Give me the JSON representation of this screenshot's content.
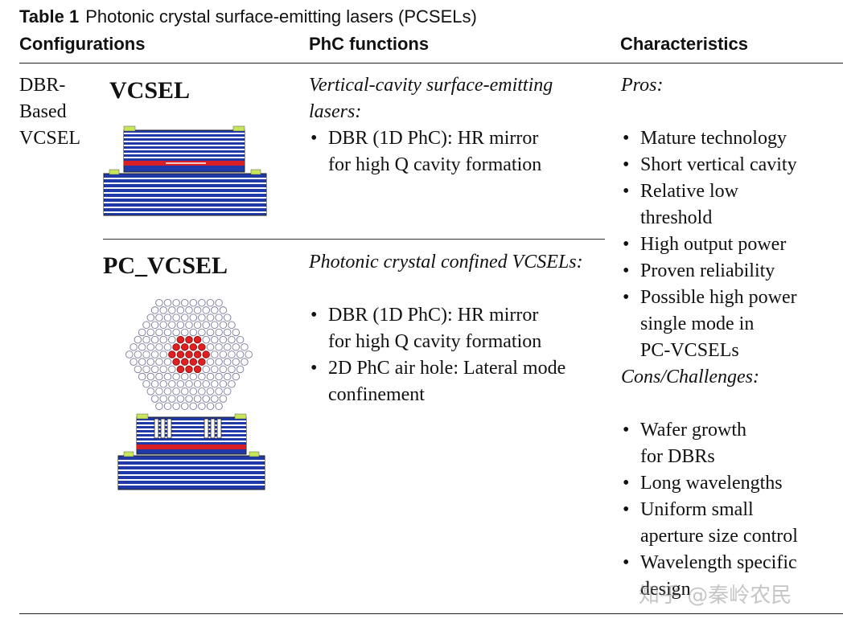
{
  "table": {
    "label": "Table 1",
    "title": "Photonic crystal surface-emitting lasers (PCSELs)"
  },
  "headers": {
    "configurations": "Configurations",
    "phc_functions": "PhC functions",
    "characteristics": "Characteristics"
  },
  "row": {
    "group_label": [
      "DBR-",
      "Based",
      "VCSEL"
    ],
    "vcsel": {
      "name": "VCSEL",
      "function_title": [
        "Vertical-cavity surface-emitting",
        "lasers:"
      ],
      "function_items": [
        [
          "DBR (1D PhC): HR mirror",
          "for high Q cavity formation"
        ]
      ]
    },
    "pc_vcsel": {
      "name": "PC_VCSEL",
      "function_title": [
        "Photonic crystal confined VCSELs:"
      ],
      "function_items": [
        [
          "DBR (1D PhC): HR mirror",
          "for high Q cavity formation"
        ],
        [
          "2D PhC air hole: Lateral mode",
          "confinement"
        ]
      ]
    }
  },
  "characteristics": {
    "pros_label": "Pros",
    "pros": [
      [
        "Mature technology"
      ],
      [
        "Short vertical cavity"
      ],
      [
        "Relative low",
        "threshold"
      ],
      [
        "High output power"
      ],
      [
        "Proven reliability"
      ],
      [
        "Possible high power",
        "single mode in",
        "PC-VCSELs"
      ]
    ],
    "cons_label": "Cons/Challenges",
    "cons": [
      [
        "Wafer growth",
        "for DBRs"
      ],
      [
        "Long wavelengths"
      ],
      [
        "Uniform small",
        "aperture size control"
      ],
      [
        "Wavelength specific",
        "design"
      ]
    ]
  },
  "watermark": "知乎 @秦岭农民",
  "colors": {
    "layer_blue": "#1f3aa8",
    "active_red": "#d81f26",
    "contact_green": "#c8e65a",
    "hole_red": "#e02020",
    "hole_outline": "#7a7a9a"
  },
  "icons": [
    "vcsel-cross-section",
    "hexagonal-photonic-crystal",
    "pc-vcsel-cross-section"
  ]
}
